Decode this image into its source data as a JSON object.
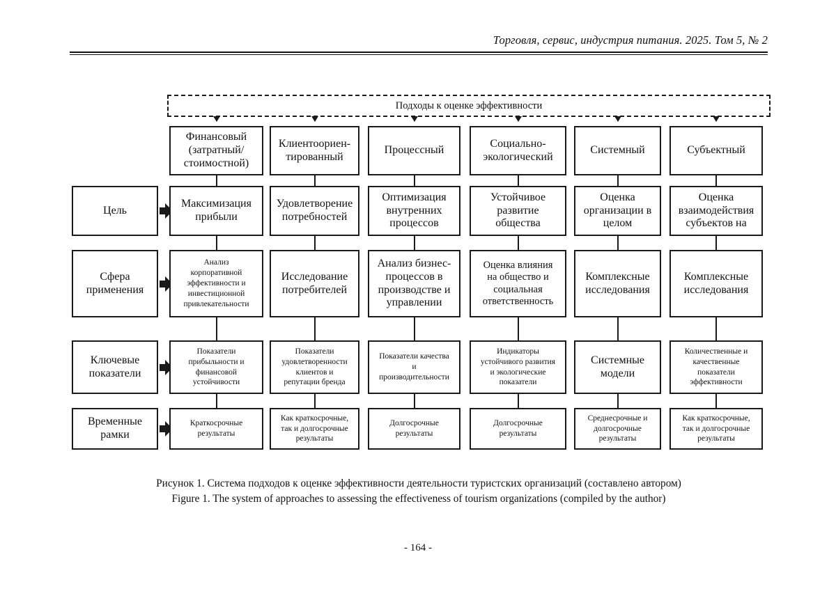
{
  "header": {
    "running_head": "Торговля, сервис, индустрия питания. 2025. Том 5, № 2"
  },
  "figure": {
    "banner": "Подходы к оценке эффективности",
    "row_labels": [
      "Цель",
      "Сфера применения",
      "Ключевые показатели",
      "Временные рамки"
    ],
    "columns": [
      {
        "header": "Финансовый (затратный/ стоимостной)",
        "header_lines": [
          "Финансовый",
          "(затратный/",
          "стоимостной)"
        ],
        "goal": "Максимизация прибыли",
        "goal_lines": [
          "Максимизация",
          "прибыли"
        ],
        "scope": "Анализ корпоративной эффективности и инвестиционной привлекательности",
        "scope_lines": [
          "Анализ",
          "корпоративной",
          "эффективности и",
          "инвестиционной",
          "привлекательности"
        ],
        "indicators": "Показатели прибыльности и финансовой устойчивости",
        "indicators_lines": [
          "Показатели",
          "прибыльности и",
          "финансовой",
          "устойчивости"
        ],
        "timeframe": "Краткосрочные результаты",
        "timeframe_lines": [
          "Краткосрочные",
          "результаты"
        ]
      },
      {
        "header": "Клиентоориен-тированный",
        "header_lines": [
          "Клиентоориен-",
          "тированный"
        ],
        "goal": "Удовлетворение потребностей",
        "goal_lines": [
          "Удовлетворение",
          "потребностей"
        ],
        "scope": "Исследование потребителей",
        "scope_lines": [
          "Исследование",
          "потребителей"
        ],
        "indicators": "Показатели удовлетворенности клиентов и репутации бренда",
        "indicators_lines": [
          "Показатели",
          "удовлетворенности",
          "клиентов и",
          "репутации бренда"
        ],
        "timeframe": "Как краткосрочные, так и долгосрочные результаты",
        "timeframe_lines": [
          "Как краткосрочные,",
          "так и долгосрочные",
          "результаты"
        ]
      },
      {
        "header": "Процессный",
        "header_lines": [
          "Процессный"
        ],
        "goal": "Оптимизация внутренних процессов",
        "goal_lines": [
          "Оптимизация",
          "внутренних",
          "процессов"
        ],
        "scope": "Анализ бизнес-процессов в производстве и управлении",
        "scope_lines": [
          "Анализ бизнес-",
          "процессов в",
          "производстве и",
          "управлении"
        ],
        "indicators": "Показатели качества и производительности",
        "indicators_lines": [
          "Показатели качества",
          "и",
          "производительности"
        ],
        "timeframe": "Долгосрочные результаты",
        "timeframe_lines": [
          "Долгосрочные",
          "результаты"
        ]
      },
      {
        "header": "Социально-экологический",
        "header_lines": [
          "Социально-",
          "экологический"
        ],
        "goal": "Устойчивое развитие общества",
        "goal_lines": [
          "Устойчивое",
          "развитие",
          "общества"
        ],
        "scope": "Оценка влияния на общество и социальная ответственность",
        "scope_lines": [
          "Оценка влияния",
          "на общество и",
          "социальная",
          "ответственность"
        ],
        "indicators": "Индикаторы устойчивого развития и экологические показатели",
        "indicators_lines": [
          "Индикаторы",
          "устойчивого развития",
          "и экологические",
          "показатели"
        ],
        "timeframe": "Долгосрочные результаты",
        "timeframe_lines": [
          "Долгосрочные",
          "результаты"
        ]
      },
      {
        "header": "Системный",
        "header_lines": [
          "Системный"
        ],
        "goal": "Оценка организации в целом",
        "goal_lines": [
          "Оценка",
          "организации в",
          "целом"
        ],
        "scope": "Комплексные исследования",
        "scope_lines": [
          "Комплексные",
          "исследования"
        ],
        "indicators": "Системные модели",
        "indicators_lines": [
          "Системные",
          "модели"
        ],
        "timeframe": "Среднесрочные и долгосрочные результаты",
        "timeframe_lines": [
          "Среднесрочные и",
          "долгосрочные",
          "результаты"
        ]
      },
      {
        "header": "Субъектный",
        "header_lines": [
          "Субъектный"
        ],
        "goal": "Оценка взаимодействия субъектов на",
        "goal_lines": [
          "Оценка",
          "взаимодействия",
          "субъектов на"
        ],
        "scope": "Комплексные исследования",
        "scope_lines": [
          "Комплексные",
          "исследования"
        ],
        "indicators": "Количественные и качественные показатели эффективности",
        "indicators_lines": [
          "Количественные и",
          "качественные",
          "показатели",
          "эффективности"
        ],
        "timeframe": "Как краткосрочные, так и долгосрочные результаты",
        "timeframe_lines": [
          "Как краткосрочные,",
          "так и долгосрочные",
          "результаты"
        ]
      }
    ]
  },
  "caption": {
    "ru": "Рисунок 1. Система подходов к оценке эффективности деятельности туристских организаций (составлено автором)",
    "en": "Figure 1. The system of approaches to assessing the effectiveness of tourism organizations (compiled by the author)"
  },
  "folio": "- 164 -",
  "colors": {
    "ink": "#1a1a1a",
    "page": "#ffffff"
  }
}
